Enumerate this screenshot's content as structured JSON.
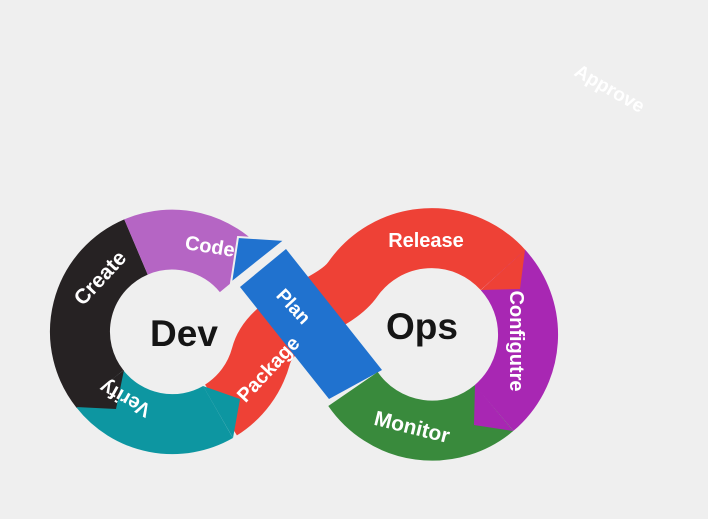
{
  "canvas": {
    "background": "#efefef"
  },
  "loop": {
    "dev_label": "Dev",
    "ops_label": "Ops",
    "approve_label": "Approve",
    "dev_stages": [
      {
        "label": "Code",
        "color": "#b565c4"
      },
      {
        "label": "Create",
        "color": "#262223"
      },
      {
        "label": "Verify",
        "color": "#0d96a1"
      }
    ],
    "cross_stages": [
      {
        "label": "Package",
        "color": "#ee4136"
      },
      {
        "label": "Plan",
        "color": "#2072cf"
      }
    ],
    "ops_stages": [
      {
        "label": "Release",
        "color": "#ee4136"
      },
      {
        "label": "Configutre",
        "color": "#a827b3"
      },
      {
        "label": "Monitor",
        "color": "#398a3c"
      }
    ],
    "text_color": "#ffffff",
    "center_text_color": "#151515"
  }
}
